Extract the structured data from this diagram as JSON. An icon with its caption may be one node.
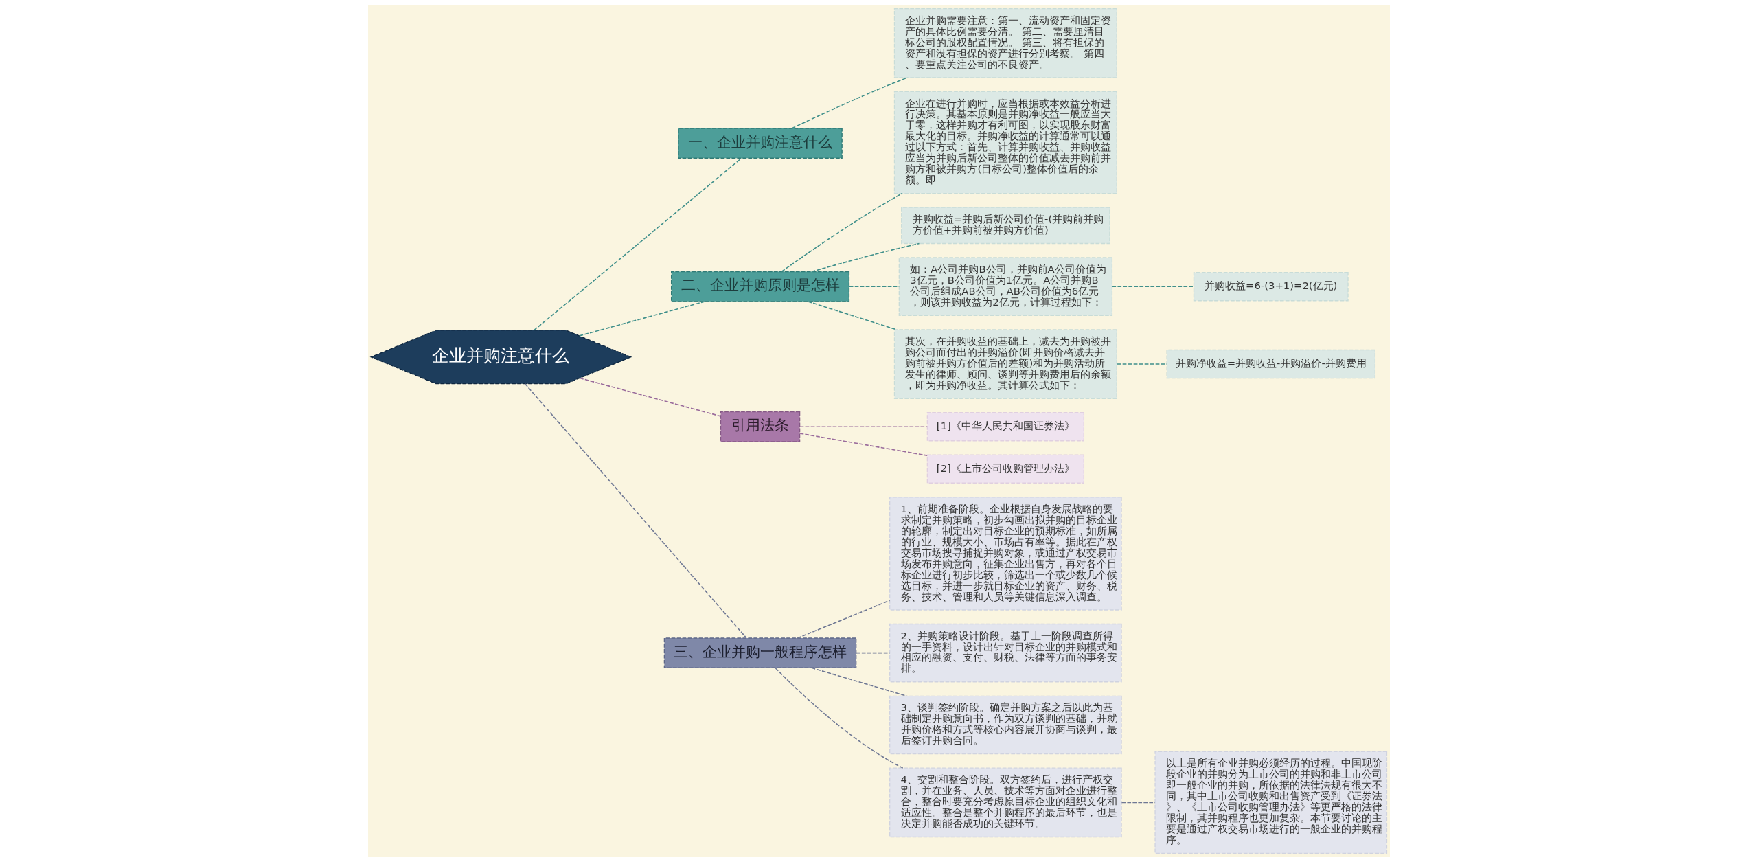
{
  "diagram": {
    "nodes": [
      {
        "text": [
          "企业并购注意什么"
        ]
      },
      {
        "text": [
          "一、企业并购注意什么"
        ]
      },
      {
        "text": [
          "企业并购需要注意：第一、流动资产和固定资产的具体比例需要分清。 第二、需要厘清目标公司的股权配置情况。 第三、将有担保的资产和没有担保的资产进行分别考察。 第四、要重点关注公司的不良资产。"
        ]
      },
      {
        "text": [
          "二、企业并购原则是怎样"
        ]
      },
      {
        "text": [
          "企业在进行并购时，应当根据或本效益分析进行决策。其基本原则是并购净收益一般应当大于零，这样并购才有利可图，以实现股东财富最大化的目标。并购净收益的计算通常可以通过以下方式：首先、计算并购收益、并购收益应当为并购后新公司整体的价值减去并购前并购方和被并购方(目标公司)整体价值后的余额。即"
        ]
      },
      {
        "text": [
          "并购收益=并购后新公司价值-(并购前并购方价值+并购前被并购方价值)"
        ]
      },
      {
        "text": [
          "如：A公司并购B公司，并购前A公司价值为3亿元，B公司价值为1亿元。A公司并购B公司后组成AB公司，AB公司价值为6亿元，则该并购收益为2亿元，计算过程如下："
        ]
      },
      {
        "text": [
          "并购收益=6-(3+1)=2(亿元)"
        ]
      },
      {
        "text": [
          "其次，在并购收益的基础上，减去为并购被并购公司而付出的并购溢价(即并购价格减去并购前被并购方价值后的差额)和为并购活动所发生的律师、顾问、谈判等并购费用后的余额，即为并购净收益。其计算公式如下："
        ]
      },
      {
        "text": [
          "并购净收益=并购收益-并购溢价-并购费用"
        ]
      },
      {
        "text": [
          "引用法条"
        ]
      },
      {
        "text": [
          "[1]《中华人民共和国证券法》"
        ]
      },
      {
        "text": [
          "[2]《上市公司收购管理办法》"
        ]
      },
      {
        "text": [
          "三、企业并购一般程序怎样"
        ]
      },
      {
        "text": [
          "1、前期准备阶段。企业根据自身发展战略的要求制定并购策略，初步勾画出拟并购的目标企业的轮廓，制定出对目标企业的预期标准，如所属的行业、规模大小、市场占有率等。据此在产权交易市场搜寻捕捉并购对象，或通过产权交易市场发布并购意向，征集企业出售方，再对各个目标企业进行初步比较，筛选出一个或少数几个候选目标，并进一步就目标企业的资产、财务、税务、技术、管理和人员等关键信息深入调查。"
        ]
      },
      {
        "text": [
          "2、并购策略设计阶段。基于上一阶段调查所得的一手资料，设计出针对目标企业的并购模式和相应的融资、支付、财税、法律等方面的事务安排。"
        ]
      },
      {
        "text": [
          "3、谈判签约阶段。确定并购方案之后以此为基础制定并购意向书，作为双方谈判的基础，并就并购价格和方式等核心内容展开协商与谈判，最后签订并购合同。"
        ]
      },
      {
        "text": [
          "4、交割和整合阶段。双方签约后，进行产权交割，并在业务、人员、技术等方面对企业进行整合，整合时要充分考虑原目标企业的组织文化和适应性。整合是整个并购程序的最后环节，也是决定并购能否成功的关键环节。"
        ]
      },
      {
        "text": [
          "以上是所有企业并购必须经历的过程。中国现阶段企业的并购分为上市公司的并购和非上市公司即一般企业的并购，所依据的法律法规有很大不同，其中上市公司收购和出售资产受到《证券法》、《上市公司收购管理办法》等更严格的法律限制，其并购程序也更加复杂。本节要讨论的主要是通过产权交易市场进行的一般企业的并购程序。"
        ]
      }
    ],
    "edges": [
      {
        "from": 0,
        "to": 1,
        "arrow": "none",
        "style": "dashed"
      },
      {
        "from": 1,
        "to": 2,
        "arrow": "none",
        "style": "dashed"
      },
      {
        "from": 0,
        "to": 3,
        "arrow": "none",
        "style": "dashed"
      },
      {
        "from": 3,
        "to": 4,
        "arrow": "none",
        "style": "dashed"
      },
      {
        "from": 3,
        "to": 5,
        "arrow": "none",
        "style": "dashed"
      },
      {
        "from": 3,
        "to": 6,
        "arrow": "none",
        "style": "dashed"
      },
      {
        "from": 6,
        "to": 7,
        "arrow": "none",
        "style": "dashed"
      },
      {
        "from": 3,
        "to": 8,
        "arrow": "none",
        "style": "dashed"
      },
      {
        "from": 8,
        "to": 9,
        "arrow": "none",
        "style": "dashed"
      },
      {
        "from": 0,
        "to": 10,
        "arrow": "none",
        "style": "dashed",
        "color": "#9a6c9c"
      },
      {
        "from": 10,
        "to": 11,
        "arrow": "none",
        "style": "dashed",
        "color": "#9a6c9c"
      },
      {
        "from": 10,
        "to": 12,
        "arrow": "none",
        "style": "dashed",
        "color": "#9a6c9c"
      },
      {
        "from": 0,
        "to": 13,
        "arrow": "none",
        "style": "dashed",
        "color": "#6f7894"
      },
      {
        "from": 13,
        "to": 14,
        "arrow": "none",
        "style": "dashed",
        "color": "#6f7894"
      },
      {
        "from": 13,
        "to": 15,
        "arrow": "none",
        "style": "dashed",
        "color": "#6f7894"
      },
      {
        "from": 13,
        "to": 16,
        "arrow": "none",
        "style": "dashed",
        "color": "#6f7894"
      },
      {
        "from": 13,
        "to": 17,
        "arrow": "none",
        "style": "dashed",
        "color": "#6f7894"
      },
      {
        "from": 17,
        "to": 18,
        "arrow": "none",
        "style": "dashed",
        "color": "#6f7894"
      }
    ]
  }
}
